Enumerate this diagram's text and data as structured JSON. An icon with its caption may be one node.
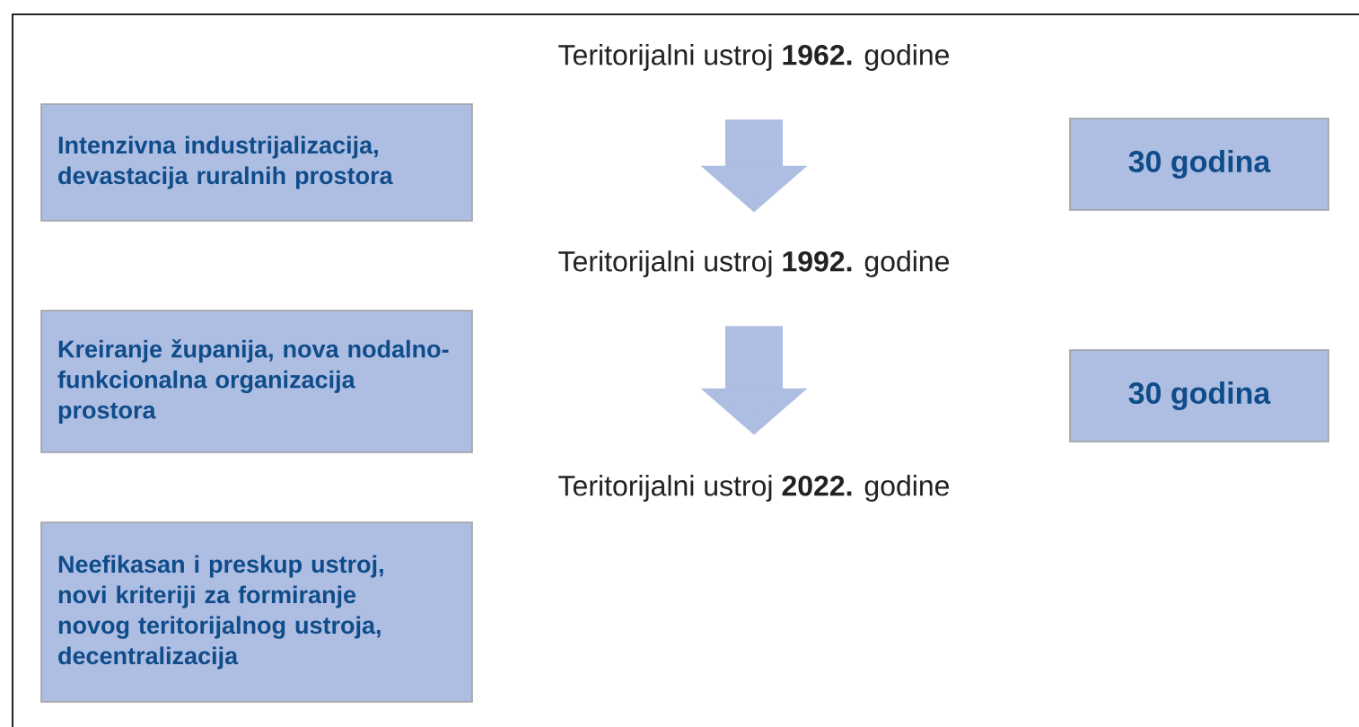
{
  "diagram": {
    "nodes": [
      {
        "text": [
          "Teritorijalni ustroj **1962.** godine"
        ]
      },
      {
        "text": [
          "Intenzivna industrijalizacija, devastacija ruralnih prostora"
        ]
      },
      {
        "text": [
          "30 godina"
        ]
      },
      {
        "text": [
          "Teritorijalni ustroj **1992.** godine"
        ]
      },
      {
        "text": [
          "Kreiranje županija, nova nodalno-funkcionalna organizacija prostora"
        ]
      },
      {
        "text": [
          "30 godina"
        ]
      },
      {
        "text": [
          "Teritorijalni ustroj **2022.** godine"
        ]
      },
      {
        "text": [
          "Neefikasan i preskup ustroj, novi kriteriji za formiranje novog teritorijalnog ustroja, decentralizacija"
        ]
      }
    ],
    "edges": [
      {
        "from": 0,
        "to": 3,
        "arrow": "to"
      },
      {
        "from": 3,
        "to": 6,
        "arrow": "to"
      }
    ]
  }
}
